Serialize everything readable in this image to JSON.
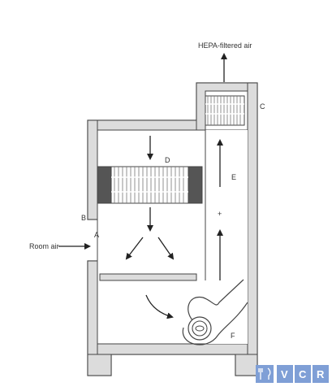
{
  "labels": {
    "hepa_filtered_air": "HEPA-filtered air",
    "room_air": "Room air",
    "a": "A",
    "b": "B",
    "c": "C",
    "d": "D",
    "e": "E",
    "f": "F",
    "plus": "+"
  },
  "watermark": {
    "letters": [
      "V",
      "C",
      "R"
    ],
    "icon": "fork-knife-icon",
    "color": "#7f9fd6"
  },
  "colors": {
    "cabinet_wall": "#dcdcdc",
    "outline": "#444444",
    "filter_dark": "#555555",
    "arrow": "#222222"
  }
}
